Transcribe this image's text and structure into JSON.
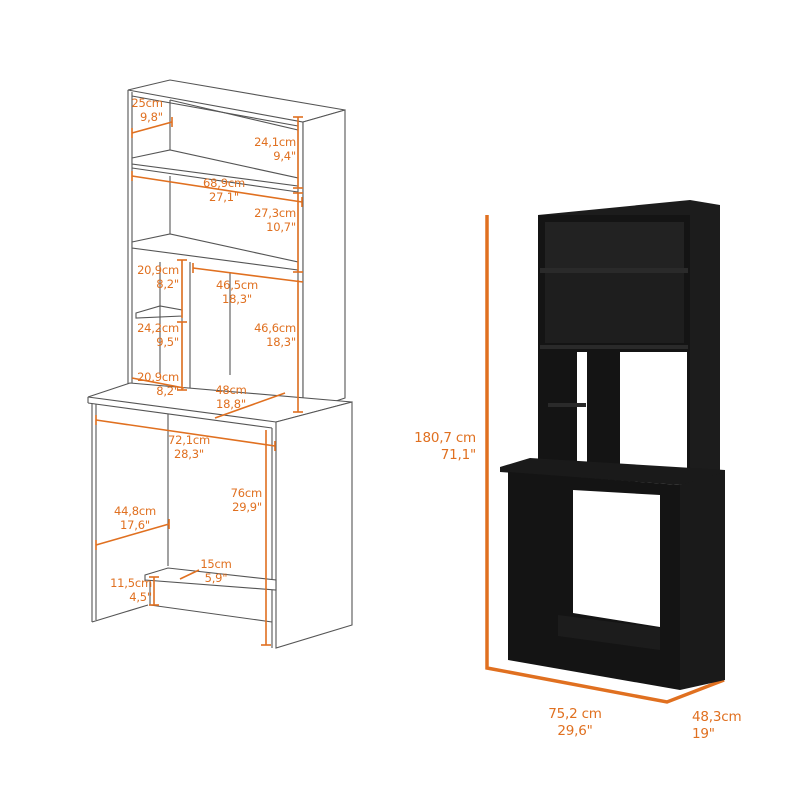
{
  "accent_color": "#e07020",
  "line_drawing": {
    "labels": [
      {
        "id": "top-shelf-depth",
        "cm": "25cm",
        "in": "9,8\""
      },
      {
        "id": "top-compartment-height",
        "cm": "24,1cm",
        "in": "9,4\""
      },
      {
        "id": "hutch-width",
        "cm": "68,9cm",
        "in": "27,1\""
      },
      {
        "id": "middle-compartment-height",
        "cm": "27,3cm",
        "in": "10,7\""
      },
      {
        "id": "left-upper-cubby-height",
        "cm": "20,9cm",
        "in": "8,2\""
      },
      {
        "id": "open-section-width",
        "cm": "46,5cm",
        "in": "18,3\""
      },
      {
        "id": "left-middle-cubby-height",
        "cm": "24,2cm",
        "in": "9,5\""
      },
      {
        "id": "open-section-height",
        "cm": "46,6cm",
        "in": "18,3\""
      },
      {
        "id": "left-cubby-width",
        "cm": "20,9cm",
        "in": "8,2\""
      },
      {
        "id": "desk-surface-depth",
        "cm": "48cm",
        "in": "18,8\""
      },
      {
        "id": "desk-width",
        "cm": "72,1cm",
        "in": "28,3\""
      },
      {
        "id": "desk-height",
        "cm": "76cm",
        "in": "29,9\""
      },
      {
        "id": "desk-side-depth",
        "cm": "44,8cm",
        "in": "17,6\""
      },
      {
        "id": "footrest-depth",
        "cm": "15cm",
        "in": "5,9\""
      },
      {
        "id": "footrest-height",
        "cm": "11,5cm",
        "in": "4,5\""
      }
    ]
  },
  "product_view": {
    "overall_height": {
      "cm": "180,7 cm",
      "in": "71,1\""
    },
    "overall_width": {
      "cm": "75,2 cm",
      "in": "29,6\""
    },
    "overall_depth": {
      "cm": "48,3cm",
      "in": "19\""
    },
    "product_color": "#141414"
  }
}
